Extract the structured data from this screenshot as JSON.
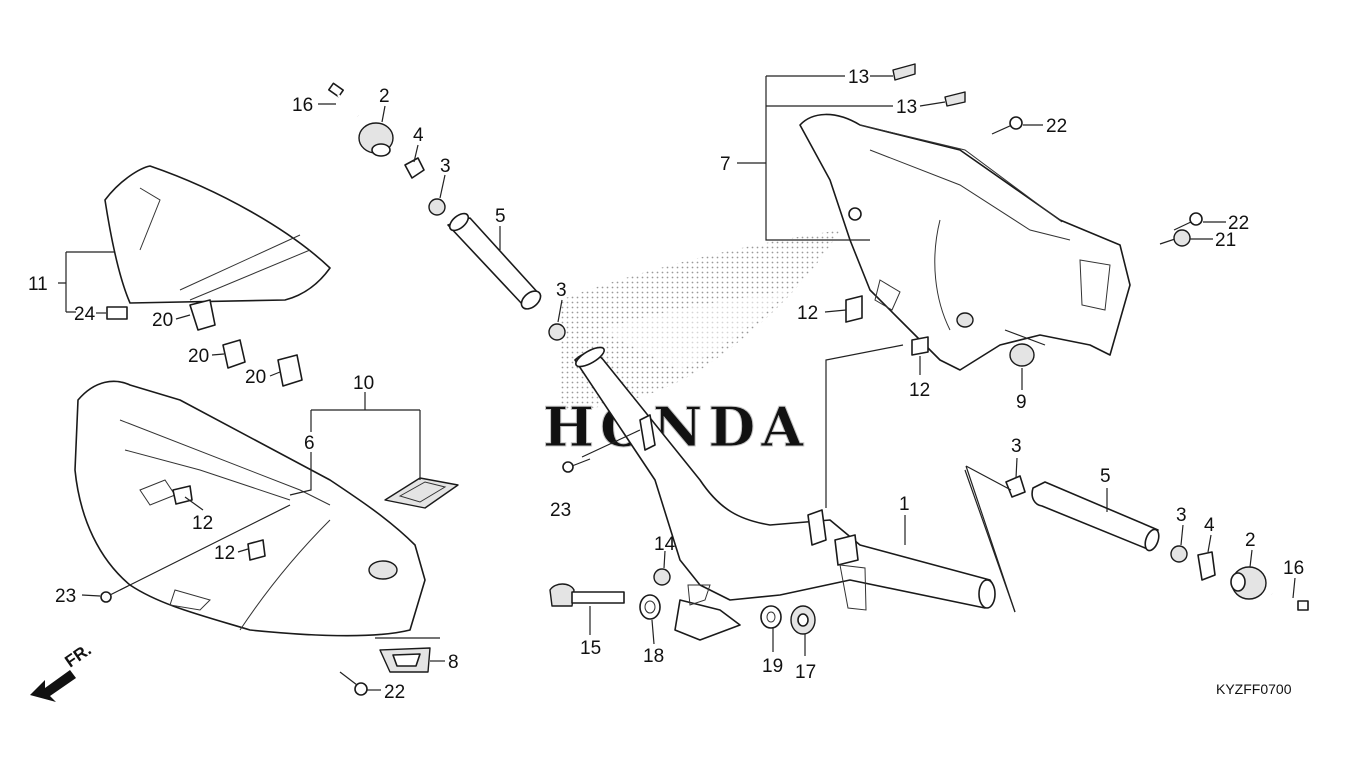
{
  "diagram": {
    "code": "KYZFF0700",
    "brand_watermark": "HONDA",
    "front_marker": "FR.",
    "callouts": [
      {
        "id": "c16a",
        "text": "16"
      },
      {
        "id": "c2a",
        "text": "2"
      },
      {
        "id": "c4a",
        "text": "4"
      },
      {
        "id": "c3a",
        "text": "3"
      },
      {
        "id": "c5a",
        "text": "5"
      },
      {
        "id": "c3b",
        "text": "3"
      },
      {
        "id": "c11",
        "text": "11"
      },
      {
        "id": "c24",
        "text": "24"
      },
      {
        "id": "c20a",
        "text": "20"
      },
      {
        "id": "c20b",
        "text": "20"
      },
      {
        "id": "c20c",
        "text": "20"
      },
      {
        "id": "c10",
        "text": "10"
      },
      {
        "id": "c6",
        "text": "6"
      },
      {
        "id": "c12a",
        "text": "12"
      },
      {
        "id": "c12b",
        "text": "12"
      },
      {
        "id": "c23a",
        "text": "23"
      },
      {
        "id": "c22a",
        "text": "22"
      },
      {
        "id": "c8",
        "text": "8"
      },
      {
        "id": "c23b",
        "text": "23"
      },
      {
        "id": "c13a",
        "text": "13"
      },
      {
        "id": "c13b",
        "text": "13"
      },
      {
        "id": "c7",
        "text": "7"
      },
      {
        "id": "c22b",
        "text": "22"
      },
      {
        "id": "c22c",
        "text": "22"
      },
      {
        "id": "c21",
        "text": "21"
      },
      {
        "id": "c12c",
        "text": "12"
      },
      {
        "id": "c12d",
        "text": "12"
      },
      {
        "id": "c9",
        "text": "9"
      },
      {
        "id": "c1",
        "text": "1"
      },
      {
        "id": "c14",
        "text": "14"
      },
      {
        "id": "c15",
        "text": "15"
      },
      {
        "id": "c18",
        "text": "18"
      },
      {
        "id": "c19",
        "text": "19"
      },
      {
        "id": "c17",
        "text": "17"
      },
      {
        "id": "c3c",
        "text": "3"
      },
      {
        "id": "c5b",
        "text": "5"
      },
      {
        "id": "c3d",
        "text": "3"
      },
      {
        "id": "c4b",
        "text": "4"
      },
      {
        "id": "c2b",
        "text": "2"
      },
      {
        "id": "c16b",
        "text": "16"
      }
    ]
  }
}
